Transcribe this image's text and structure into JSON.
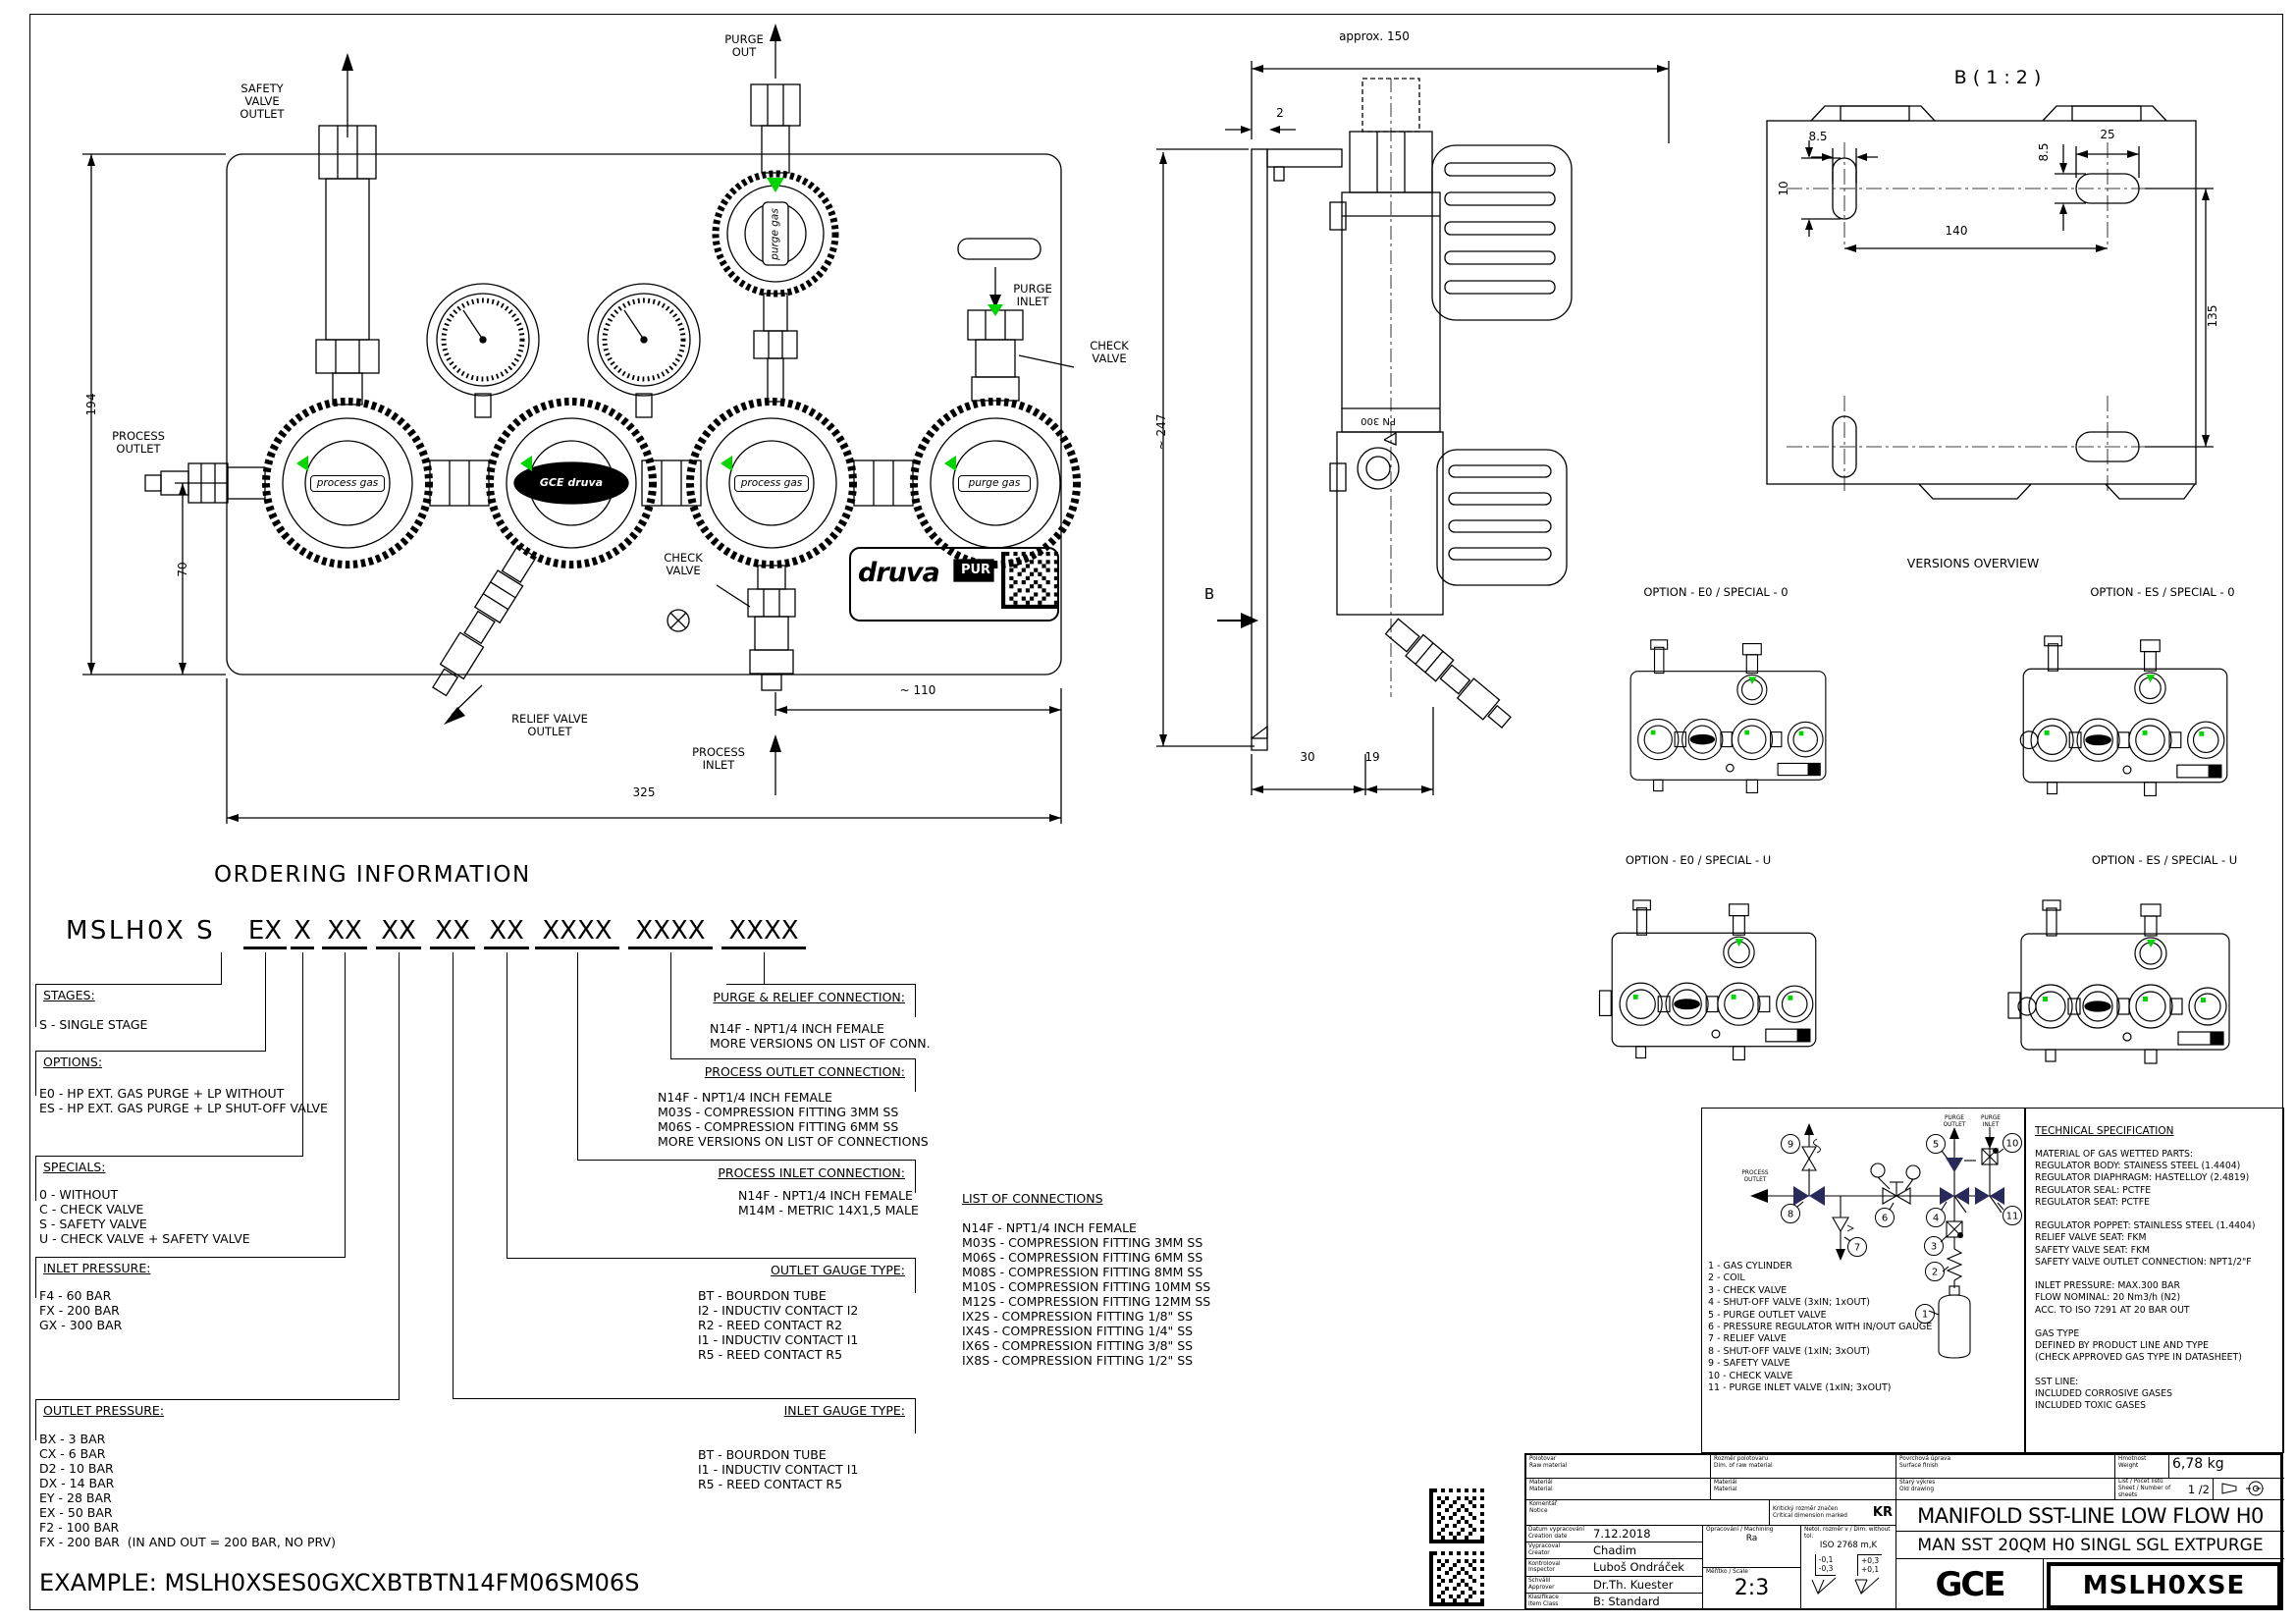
{
  "sheet": {
    "accent_green": "#00d500"
  },
  "front_view": {
    "labels": {
      "safety_valve_outlet": "SAFETY\nVALVE\nOUTLET",
      "purge_out": "PURGE\nOUT",
      "purge_inlet": "PURGE\nINLET",
      "check_valve_top": "CHECK\nVALVE",
      "check_valve_mid": "CHECK\nVALVE",
      "process_outlet": "PROCESS\nOUTLET",
      "relief_valve_outlet": "RELIEF VALVE\nOUTLET",
      "process_inlet": "PROCESS\nINLET"
    },
    "dims": {
      "height": "194",
      "axis_offset": "70",
      "width": "325",
      "inlet_offset": "~ 110"
    },
    "tags": {
      "process_gas_1": "process gas",
      "process_gas_2": "process gas",
      "purge_gas_main": "purge gas",
      "purge_gas_top": "purge gas",
      "brand_oval": "GCE druva",
      "druva": "druva",
      "pur": "PUR"
    }
  },
  "side_view": {
    "dims": {
      "width": "approx. 150",
      "plate_gap": "2",
      "height": "~ 247",
      "foot_30": "30",
      "foot_19": "19"
    },
    "view_arrow": "B",
    "pn_label": "PN 300"
  },
  "detail_b": {
    "title": "B ( 1 : 2 )",
    "dims": {
      "slot_width": "8.5",
      "slot_height": "10",
      "hole_spacing_h": "140",
      "slot2_height": "8.5",
      "slot2_width": "25",
      "hole_spacing_v": "135"
    }
  },
  "versions": {
    "title": "VERSIONS OVERVIEW",
    "options": [
      "OPTION - E0 / SPECIAL - 0",
      "OPTION - ES / SPECIAL - 0",
      "OPTION - E0 / SPECIAL - U",
      "OPTION - ES / SPECIAL - U"
    ]
  },
  "schematic": {
    "labels": {
      "purge_outlet": "PURGE\nOUTLET",
      "purge_inlet": "PURGE\nINLET",
      "process_outlet": "PROCESS\nOUTLET"
    },
    "node_numbers": [
      "1",
      "2",
      "3",
      "4",
      "5",
      "6",
      "7",
      "8",
      "9",
      "10",
      "11"
    ],
    "legend": [
      "1 - GAS CYLINDER",
      "2 - COIL",
      "3 - CHECK VALVE",
      "4 - SHUT-OFF VALVE (3xIN; 1xOUT)",
      "5 - PURGE OUTLET VALVE",
      "6 - PRESSURE REGULATOR WITH IN/OUT GAUGE",
      "7 - RELIEF VALVE",
      "8 - SHUT-OFF VALVE (1xIN; 3xOUT)",
      "9 - SAFETY VALVE",
      "10 - CHECK VALVE",
      "11 - PURGE INLET VALVE (1xIN; 3xOUT)"
    ]
  },
  "tech_spec": {
    "title": "TECHNICAL SPECIFICATION",
    "lines": [
      "MATERIAL OF GAS WETTED PARTS:",
      "REGULATOR BODY: STAINESS STEEL (1.4404)",
      "REGULATOR DIAPHRAGM: HASTELLOY (2.4819)",
      "REGULATOR SEAL: PCTFE",
      "REGULATOR SEAT: PCTFE",
      "",
      "REGULATOR POPPET: STAINLESS STEEL (1.4404)",
      "RELIEF VALVE SEAT: FKM",
      "SAFETY VALVE SEAT: FKM",
      "SAFETY VALVE OUTLET CONNECTION: NPT1/2\"F",
      "",
      "INLET PRESSURE: MAX.300 BAR",
      "FLOW NOMINAL: 20 Nm3/h (N2)",
      "ACC. TO ISO 7291 AT 20 BAR OUT",
      "",
      "GAS TYPE",
      "DEFINED BY PRODUCT LINE AND TYPE",
      "(CHECK APPROVED GAS TYPE IN DATASHEET)",
      "",
      "SST LINE:",
      "INCLUDED CORROSIVE GASES",
      "INCLUDED TOXIC GASES"
    ]
  },
  "ordering": {
    "title": "ORDERING INFORMATION",
    "code_prefix": "MSLH0X S",
    "code_segments": [
      "EX",
      "X",
      "XX",
      "XX",
      "XX",
      "XX",
      "XXXX",
      "XXXX",
      "XXXX"
    ],
    "example": "EXAMPLE: MSLH0XSES0GXCXBTBTN14FM06SM06S",
    "sections": [
      {
        "header": "STAGES:",
        "items": [
          "S - SINGLE STAGE"
        ]
      },
      {
        "header": "OPTIONS:",
        "items": [
          "E0 - HP EXT. GAS PURGE + LP WITHOUT",
          "ES - HP EXT. GAS PURGE + LP SHUT-OFF VALVE"
        ]
      },
      {
        "header": "SPECIALS:",
        "items": [
          "0 - WITHOUT",
          "C - CHECK VALVE",
          "S - SAFETY VALVE",
          "U - CHECK VALVE + SAFETY VALVE"
        ]
      },
      {
        "header": "INLET PRESSURE:",
        "items": [
          "F4 - 60 BAR",
          "FX - 200 BAR",
          "GX - 300 BAR"
        ]
      },
      {
        "header": "OUTLET PRESSURE:",
        "items": [
          "BX - 3 BAR",
          "CX - 6 BAR",
          "D2 - 10 BAR",
          "DX - 14 BAR",
          "EY - 28 BAR",
          "EX - 50 BAR",
          "F2 - 100 BAR",
          "FX - 200 BAR  (IN AND OUT = 200 BAR, NO PRV)"
        ]
      },
      {
        "header": "PURGE & RELIEF CONNECTION:",
        "items": [
          "N14F - NPT1/4 INCH FEMALE",
          "MORE VERSIONS ON LIST OF CONN."
        ]
      },
      {
        "header": "PROCESS OUTLET CONNECTION:",
        "items": [
          "N14F - NPT1/4 INCH FEMALE",
          "M03S - COMPRESSION FITTING 3MM SS",
          "M06S - COMPRESSION FITTING 6MM SS",
          "MORE VERSIONS ON LIST OF CONNECTIONS"
        ]
      },
      {
        "header": "PROCESS INLET CONNECTION:",
        "items": [
          "N14F - NPT1/4 INCH FEMALE",
          "M14M - METRIC 14X1,5 MALE"
        ]
      },
      {
        "header": "OUTLET GAUGE TYPE:",
        "items": [
          "BT - BOURDON TUBE",
          "I2 - INDUCTIV CONTACT I2",
          "R2 - REED CONTACT R2",
          "I1 - INDUCTIV CONTACT I1",
          "R5 - REED CONTACT R5"
        ]
      },
      {
        "header": "INLET GAUGE TYPE:",
        "items": [
          "BT - BOURDON TUBE",
          "I1 - INDUCTIV CONTACT I1",
          "R5 - REED CONTACT R5"
        ]
      },
      {
        "header": "LIST OF CONNECTIONS",
        "items": [
          "N14F - NPT1/4 INCH FEMALE",
          "M03S - COMPRESSION FITTING 3MM SS",
          "M06S - COMPRESSION FITTING 6MM SS",
          "M08S - COMPRESSION FITTING 8MM SS",
          "M10S - COMPRESSION FITTING 10MM SS",
          "M12S - COMPRESSION FITTING 12MM SS",
          "IX2S - COMPRESSION FITTING 1/8\" SS",
          "IX4S - COMPRESSION FITTING 1/4\" SS",
          "IX6S - COMPRESSION FITTING 3/8\" SS",
          "IX8S - COMPRESSION FITTING 1/2\" SS"
        ]
      }
    ]
  },
  "title_block": {
    "raw_material": "Polotovar\nRaw material",
    "raw_dim": "Rozměr polotovaru\nDim. of raw material",
    "material": "Materiál\nMaterial",
    "material2": "Materiál\nMaterial",
    "comment": "Komentář\nNotice",
    "critical": "Kritický rozměr značen\nCritical dimension marked",
    "critical_value": "KR",
    "machining_label": "Opracování / Machining",
    "machining_value": "Ra",
    "scale_label": "Měřítko / Scale",
    "scale_value": "2:3",
    "tolerance_label": "Netol. rozměr v / Dim. without tol.",
    "tolerance_value": "ISO 2768 m,K",
    "tol_minus": "-0,1\n-0,3",
    "tol_plus": "+0,3\n+0,1",
    "surface": "Povrchová úprava\nSurface finish",
    "weight_label": "Hmotnost\nWeight",
    "weight_value": "6,78 kg",
    "old_drawing": "Starý výkres\nOld drawing",
    "sheet_label": "List / Počet listů\nSheet / Number of sheets",
    "sheet_value": "1 /2",
    "rows": [
      {
        "label": "Datum vypracování\nCreation date",
        "value": "7.12.2018"
      },
      {
        "label": "Vypracoval\nCreator",
        "value": "Chadim"
      },
      {
        "label": "Kontroloval\nInspector",
        "value": "Luboš Ondráček"
      },
      {
        "label": "Schválil\nApprover",
        "value": "Dr.Th. Kuester"
      },
      {
        "label": "Klasifikace\nItem Class",
        "value": "B: Standard"
      }
    ],
    "title1": "MANIFOLD SST-LINE LOW FLOW H0",
    "title2": "MAN SST 20QM H0 SINGL SGL EXTPURGE",
    "brand": "GCE",
    "part_number": "MSLH0XSE"
  }
}
